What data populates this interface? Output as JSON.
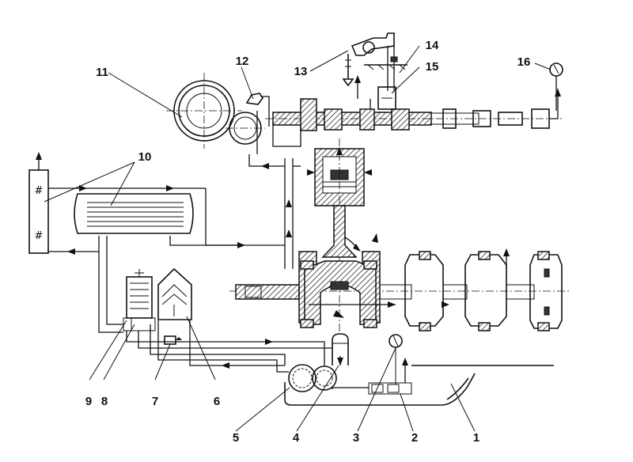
{
  "labels": {
    "l1": "1",
    "l2": "2",
    "l3": "3",
    "l4": "4",
    "l5": "5",
    "l6": "6",
    "l7": "7",
    "l8": "8",
    "l9": "9",
    "l10": "10",
    "l11": "11",
    "l12": "12",
    "l13": "13",
    "l14": "14",
    "l15": "15",
    "l16": "16"
  },
  "colors": {
    "ink": "#111111",
    "background": "#ffffff"
  }
}
